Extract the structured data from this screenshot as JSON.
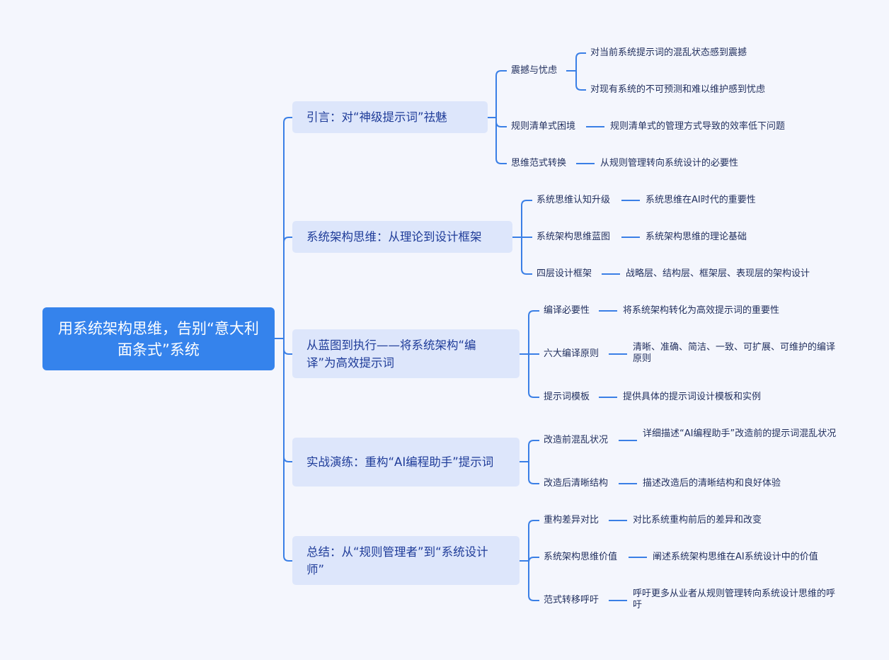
{
  "root": {
    "title": "用系统架构思维，告别“意大利面条式”系统"
  },
  "branches": [
    {
      "title": "引言：对“神级提示词”祛魅",
      "children": [
        {
          "label": "震撼与忧虑",
          "leaves": [
            "对当前系统提示词的混乱状态感到震撼",
            "对现有系统的不可预测和难以维护感到忧虑"
          ]
        },
        {
          "label": "规则清单式困境",
          "leaves": [
            "规则清单式的管理方式导致的效率低下问题"
          ]
        },
        {
          "label": "思维范式转换",
          "leaves": [
            "从规则管理转向系统设计的必要性"
          ]
        }
      ]
    },
    {
      "title": "系统架构思维：从理论到设计框架",
      "children": [
        {
          "label": "系统思维认知升级",
          "leaves": [
            "系统思维在AI时代的重要性"
          ]
        },
        {
          "label": "系统架构思维蓝图",
          "leaves": [
            "系统架构思维的理论基础"
          ]
        },
        {
          "label": "四层设计框架",
          "leaves": [
            "战略层、结构层、框架层、表现层的架构设计"
          ]
        }
      ]
    },
    {
      "title": "从蓝图到执行——将系统架构“编译”为高效提示词",
      "children": [
        {
          "label": "编译必要性",
          "leaves": [
            "将系统架构转化为高效提示词的重要性"
          ]
        },
        {
          "label": "六大编译原则",
          "leaves": [
            "清晰、准确、简洁、一致、可扩展、可维护的编译原则"
          ]
        },
        {
          "label": "提示词模板",
          "leaves": [
            "提供具体的提示词设计模板和实例"
          ]
        }
      ]
    },
    {
      "title": "实战演练：重构“AI编程助手”提示词",
      "children": [
        {
          "label": "改造前混乱状况",
          "leaves": [
            "详细描述“AI编程助手”改造前的提示词混乱状况"
          ]
        },
        {
          "label": "改造后清晰结构",
          "leaves": [
            "描述改造后的清晰结构和良好体验"
          ]
        }
      ]
    },
    {
      "title": "总结：从“规则管理者”到“系统设计师”",
      "children": [
        {
          "label": "重构差异对比",
          "leaves": [
            "对比系统重构前后的差异和改变"
          ]
        },
        {
          "label": "系统架构思维价值",
          "leaves": [
            "阐述系统架构思维在AI系统设计中的价值"
          ]
        },
        {
          "label": "范式转移呼吁",
          "leaves": [
            "呼吁更多从业者从规则管理转向系统设计思维的呼吁"
          ]
        }
      ]
    }
  ],
  "colors": {
    "line": "#3a7fe6",
    "root_fill": "#3583ec",
    "branch_fill": "#dde6fb",
    "branch_text": "#1f3c99",
    "node_text": "#1f2d5c"
  }
}
